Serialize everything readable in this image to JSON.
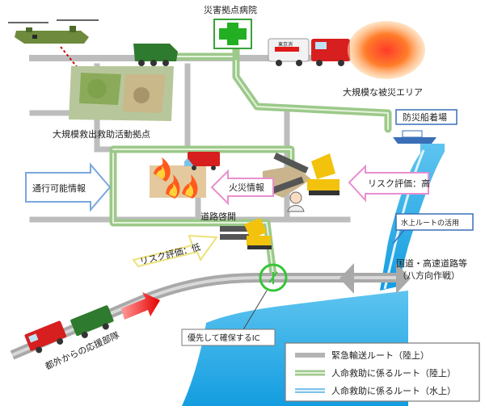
{
  "labels": {
    "hospital": "災害拠点病院",
    "disaster_area": "大規模な被災エリア",
    "rescue_base": "大規模救出救助活動拠点",
    "pier": "防災船着場",
    "traffic_info": "通行可能情報",
    "fire_info": "火災情報",
    "risk_high": "リスク評価：高",
    "road_clearing": "道路啓開",
    "risk_low": "リスク評価：低",
    "water_route_use": "水上ルートの活用",
    "highway": "国道・高速道路等",
    "highway_sub": "（八方向作戦）",
    "priority_ic": "優先して確保するIC",
    "support_units": "都外からの応援部隊",
    "fire_truck_sign": "東京消"
  },
  "legend": {
    "items": [
      {
        "label": "緊急輸送ルート（陸上）",
        "color": "#b4b4b4"
      },
      {
        "label": "人命救助に係るルート（陸上）",
        "color": "#9fc98d"
      },
      {
        "label": "人命救助に係るルート（水上）",
        "color": "#7fc3ea"
      }
    ]
  },
  "colors": {
    "road_gray": "#bebebe",
    "rescue_green": "#a5cf93",
    "water_blue": "#22a8e6",
    "accent_red": "#e11919",
    "arrow_blue": "#7aa7de",
    "arrow_pink": "#e98fcf",
    "arrow_yellow": "#ece27a"
  }
}
